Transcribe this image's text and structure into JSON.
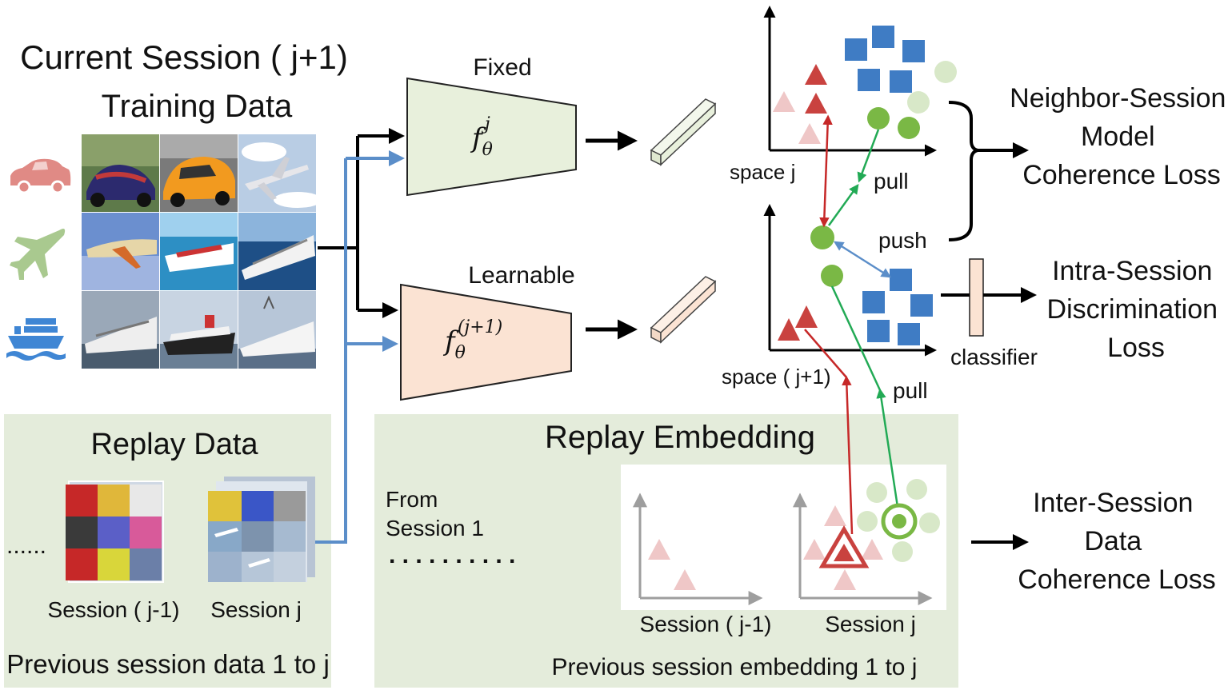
{
  "colors": {
    "panel": "#e4ecdb",
    "fixed_net": "#e8f0dc",
    "learnable_net": "#fbe3d3",
    "square": "#3f7cc4",
    "triangle": "#c9423f",
    "triangle_faded": "#efc7c7",
    "circle": "#7ab845",
    "circle_faded": "#d8e8c8",
    "blue_arrow": "#5b8ec9",
    "green_arrow": "#22aa55",
    "red_arrow": "#c62828"
  },
  "current_session": {
    "title": "Current Session ( j+1)",
    "subtitle": "Training Data",
    "class_icons": [
      "car-icon",
      "plane-icon",
      "ship-icon"
    ],
    "image_grid": [
      [
        "race-car",
        "sports-car",
        "airplane"
      ],
      [
        "airliner",
        "cruise-ship",
        "cruise-ship"
      ],
      [
        "cruise-ship",
        "ocean-liner",
        "cruise-ship"
      ]
    ]
  },
  "networks": {
    "fixed_label": "Fixed",
    "fixed_formula": {
      "base": "f",
      "sub": "θ",
      "sup": "j"
    },
    "learnable_label": "Learnable",
    "learnable_formula": {
      "base": "f",
      "sub": "θ",
      "sup": "(j+1)"
    }
  },
  "embedding_space": {
    "space_j": "space j",
    "space_j1": "space ( j+1)",
    "pull_1": "pull",
    "push": "push",
    "pull_2": "pull",
    "classifier": "classifier"
  },
  "losses": {
    "neighbor_session": [
      "Neighbor-Session",
      "Model",
      "Coherence Loss"
    ],
    "intra_session": [
      "Intra-Session",
      "Discrimination",
      "Loss"
    ],
    "inter_session": [
      "Inter-Session",
      "Data",
      "Coherence Loss"
    ]
  },
  "replay_data": {
    "title": "Replay Data",
    "ellipsis": "......",
    "session_prev": "Session ( j-1)",
    "session_cur": "Session j",
    "footer": "Previous session data 1 to j"
  },
  "replay_embedding": {
    "title": "Replay Embedding",
    "from_line1": "From",
    "from_line2": "Session 1",
    "dots": ". . . . . . . . . .",
    "session_prev": "Session ( j-1)",
    "session_cur": "Session j",
    "footer": "Previous session embedding 1 to j"
  }
}
